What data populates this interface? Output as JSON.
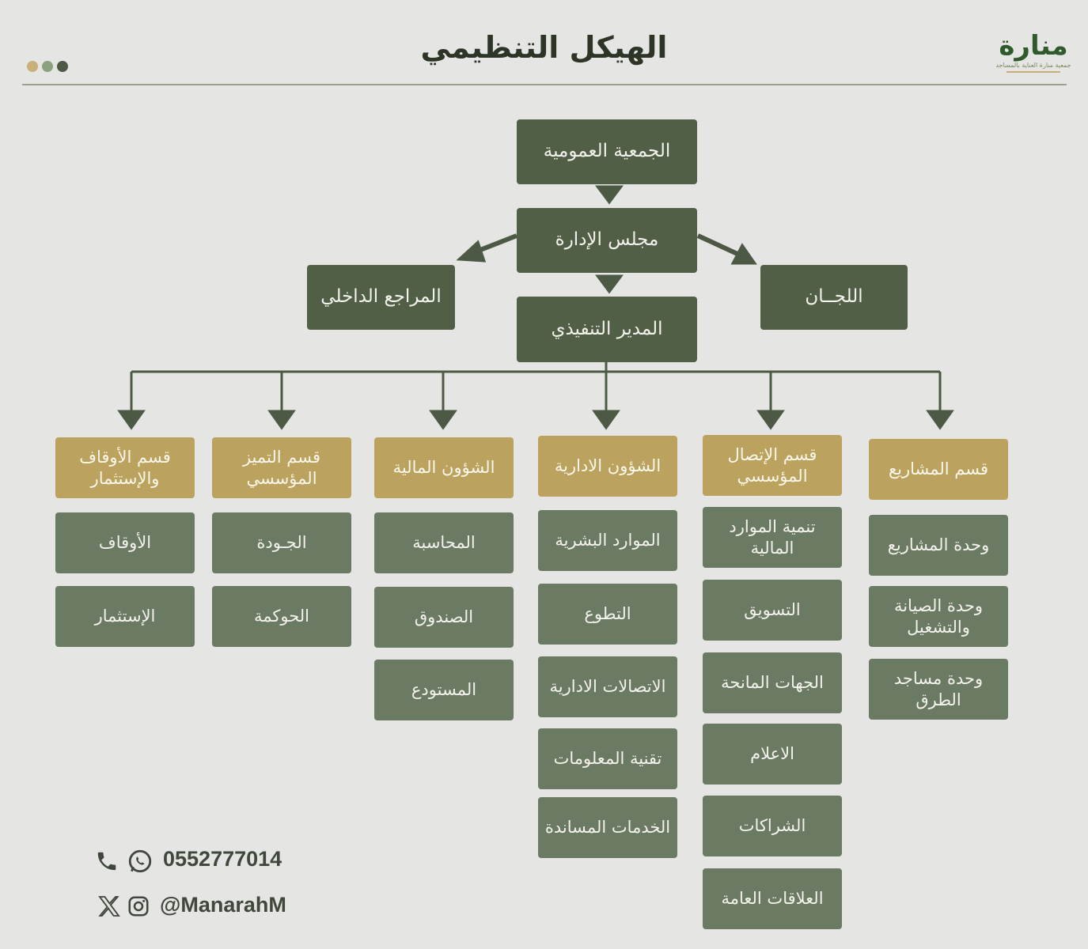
{
  "header": {
    "title": "الهيكل التنظيمي",
    "logo_word": "منارة",
    "logo_subtitle": "جمعية منارة العناية بالمساجد",
    "dots_colors": [
      "#c9b07a",
      "#8aa07e",
      "#4c5a45"
    ]
  },
  "top": {
    "general_assembly": "الجمعية العمومية",
    "board": "مجلس الإدارة",
    "internal_audit": "المراجع الداخلي",
    "committees": "اللجــان",
    "executive_director": "المدير التنفيذي"
  },
  "departments": [
    {
      "head": "قسم المشاريع",
      "units": [
        "وحدة المشاريع",
        "وحدة الصيانة والتشغيل",
        "وحدة مساجد الطرق"
      ]
    },
    {
      "head": "قسم الإتصال المؤسسي",
      "units": [
        "تنمية الموارد المالية",
        "التسويق",
        "الجهات المانحة",
        "الاعلام",
        "الشراكات",
        "العلاقات العامة"
      ]
    },
    {
      "head": "الشؤون الادارية",
      "units": [
        "الموارد البشرية",
        "التطوع",
        "الاتصالات الادارية",
        "تقنية المعلومات",
        "الخدمات المساندة"
      ]
    },
    {
      "head": "الشؤون المالية",
      "units": [
        "المحاسبة",
        "الصندوق",
        "المستودع"
      ]
    },
    {
      "head": "قسم التميز المؤسسي",
      "units": [
        "الجـودة",
        "الحوكمة"
      ]
    },
    {
      "head": "قسم الأوقاف والإستثمار",
      "units": [
        "الأوقاف",
        "الإستثمار"
      ]
    }
  ],
  "contact": {
    "phone": "0552777014",
    "handle": "@ManarahM"
  },
  "colors": {
    "dark_box": "#515f47",
    "unit_box": "#6b7a63",
    "dept_head": "#bba35f",
    "background": "#e5e5e3"
  }
}
